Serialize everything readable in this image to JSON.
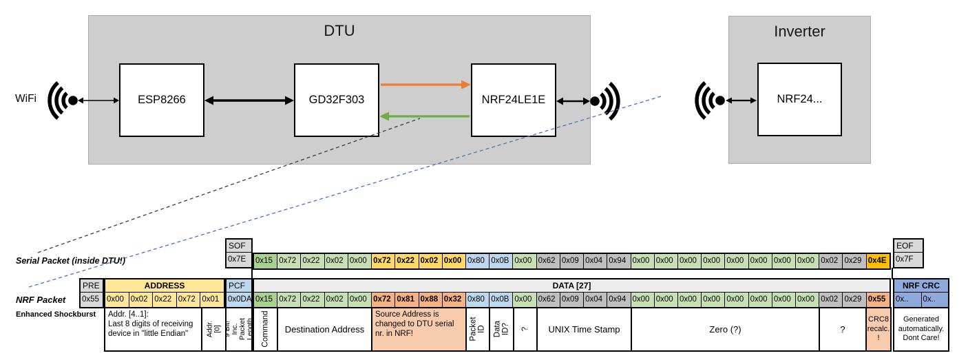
{
  "colors": {
    "panel_gray": "#CECECE",
    "green_light": "#C6E0B4",
    "green_mid": "#A9D08E",
    "gold": "#FFD966",
    "yellow_light": "#FFE699",
    "blue_light": "#BDD7EE",
    "blue_crc": "#8EAADB",
    "gray_light": "#D9D9D9",
    "gray_mid": "#BFBFBF",
    "salmon": "#F4B183",
    "salmon_light": "#F8CBAD",
    "orange_bright": "#FFC000",
    "data_header_gray": "#EDEDED",
    "arrow_orange": "#ED7D31",
    "arrow_green": "#70AD47",
    "dash_blue": "#4472C4",
    "dash_black": "#3C3C3C"
  },
  "diagram": {
    "wifi_label": "WiFi",
    "dtu": {
      "title": "DTU",
      "chips": [
        "ESP8266",
        "GD32F303",
        "NRF24LE1E"
      ]
    },
    "inverter": {
      "title": "Inverter",
      "chip": "NRF24..."
    }
  },
  "serial_packet": {
    "label": "Serial Packet (inside DTU!)",
    "sof_header": "SOF",
    "eof_header": "EOF",
    "sof_bytes": [
      {
        "t": "0x7E",
        "c": "gray_light"
      }
    ],
    "eof_bytes": [
      {
        "t": "0x7F",
        "c": "gray_light"
      }
    ],
    "bytes": [
      {
        "t": "0x15",
        "c": "green_mid"
      },
      {
        "t": "0x72",
        "c": "green_light"
      },
      {
        "t": "0x22",
        "c": "green_light"
      },
      {
        "t": "0x02",
        "c": "green_light"
      },
      {
        "t": "0x00",
        "c": "green_light"
      },
      {
        "t": "0x72",
        "c": "gold",
        "b": 1
      },
      {
        "t": "0x22",
        "c": "gold",
        "b": 1
      },
      {
        "t": "0x02",
        "c": "gold",
        "b": 1
      },
      {
        "t": "0x00",
        "c": "gold",
        "b": 1
      },
      {
        "t": "0x80",
        "c": "blue_light"
      },
      {
        "t": "0x0B",
        "c": "blue_light"
      },
      {
        "t": "0x00",
        "c": "green_light"
      },
      {
        "t": "0x62",
        "c": "gray_mid"
      },
      {
        "t": "0x09",
        "c": "gray_mid"
      },
      {
        "t": "0x04",
        "c": "gray_mid"
      },
      {
        "t": "0x94",
        "c": "gray_mid"
      },
      {
        "t": "0x00",
        "c": "green_light"
      },
      {
        "t": "0x00",
        "c": "green_light"
      },
      {
        "t": "0x00",
        "c": "green_light"
      },
      {
        "t": "0x00",
        "c": "green_light"
      },
      {
        "t": "0x00",
        "c": "green_light"
      },
      {
        "t": "0x00",
        "c": "green_light"
      },
      {
        "t": "0x00",
        "c": "green_light"
      },
      {
        "t": "0x00",
        "c": "green_light"
      },
      {
        "t": "0x02",
        "c": "gray_mid"
      },
      {
        "t": "0x29",
        "c": "gray_mid"
      },
      {
        "t": "0x4E",
        "c": "orange_bright",
        "b": 1
      }
    ]
  },
  "nrf_packet": {
    "label": "NRF Packet",
    "sublabel": "Enhanced Shockburst",
    "pre_header": "PRE",
    "address_header": "ADDRESS",
    "pcf_header": "PCF",
    "data_header": "DATA [27]",
    "crc_header": "NRF CRC",
    "pre_bytes": [
      {
        "t": "0x55",
        "c": "gray_light"
      }
    ],
    "address_bytes": [
      {
        "t": "0x00",
        "c": "yellow_light"
      },
      {
        "t": "0x02",
        "c": "yellow_light"
      },
      {
        "t": "0x22",
        "c": "yellow_light"
      },
      {
        "t": "0x72",
        "c": "yellow_light"
      },
      {
        "t": "0x01",
        "c": "yellow_light"
      }
    ],
    "pcf_bytes": [
      {
        "t": "0x0DA",
        "c": "blue_light"
      }
    ],
    "crc_bytes": [
      {
        "t": "0x..",
        "c": "blue_crc"
      },
      {
        "t": "0x..",
        "c": "blue_crc"
      }
    ],
    "bytes": [
      {
        "t": "0x15",
        "c": "green_mid"
      },
      {
        "t": "0x72",
        "c": "green_light"
      },
      {
        "t": "0x22",
        "c": "green_light"
      },
      {
        "t": "0x02",
        "c": "green_light"
      },
      {
        "t": "0x00",
        "c": "green_light"
      },
      {
        "t": "0x72",
        "c": "salmon",
        "b": 1
      },
      {
        "t": "0x81",
        "c": "salmon",
        "b": 1
      },
      {
        "t": "0x88",
        "c": "salmon",
        "b": 1
      },
      {
        "t": "0x32",
        "c": "salmon",
        "b": 1
      },
      {
        "t": "0x80",
        "c": "blue_light"
      },
      {
        "t": "0x0B",
        "c": "blue_light"
      },
      {
        "t": "0x00",
        "c": "green_light"
      },
      {
        "t": "0x62",
        "c": "gray_mid"
      },
      {
        "t": "0x09",
        "c": "gray_mid"
      },
      {
        "t": "0x04",
        "c": "gray_mid"
      },
      {
        "t": "0x94",
        "c": "gray_mid"
      },
      {
        "t": "0x00",
        "c": "green_light"
      },
      {
        "t": "0x00",
        "c": "green_light"
      },
      {
        "t": "0x00",
        "c": "green_light"
      },
      {
        "t": "0x00",
        "c": "green_light"
      },
      {
        "t": "0x00",
        "c": "green_light"
      },
      {
        "t": "0x00",
        "c": "green_light"
      },
      {
        "t": "0x00",
        "c": "green_light"
      },
      {
        "t": "0x00",
        "c": "green_light"
      },
      {
        "t": "0x02",
        "c": "gray_mid"
      },
      {
        "t": "0x29",
        "c": "gray_mid"
      },
      {
        "t": "0x55",
        "c": "salmon",
        "b": 1
      }
    ],
    "annotations": {
      "addr41": "Addr. [4..1]:\nLast 8 digits of receiving\ndevice in \"little Endian\"",
      "addr0": "Addr.[0]",
      "pcf_note": "9 Bit!\nInc. Packet\nLength",
      "command": "Command",
      "destination": "Destination Address",
      "source": "Source Address is\nchanged to DTU serial\nnr. in NRF!",
      "packet_id": "Packet ID",
      "data_id": "Data ID?",
      "unknown1": "?",
      "timestamp": "UNIX Time Stamp",
      "zero": "Zero (?)",
      "unknown2": "?",
      "crc8": "CRC8\nrecalc.\n!",
      "generated": "Generated\nautomatically.\nDont Care!"
    }
  }
}
